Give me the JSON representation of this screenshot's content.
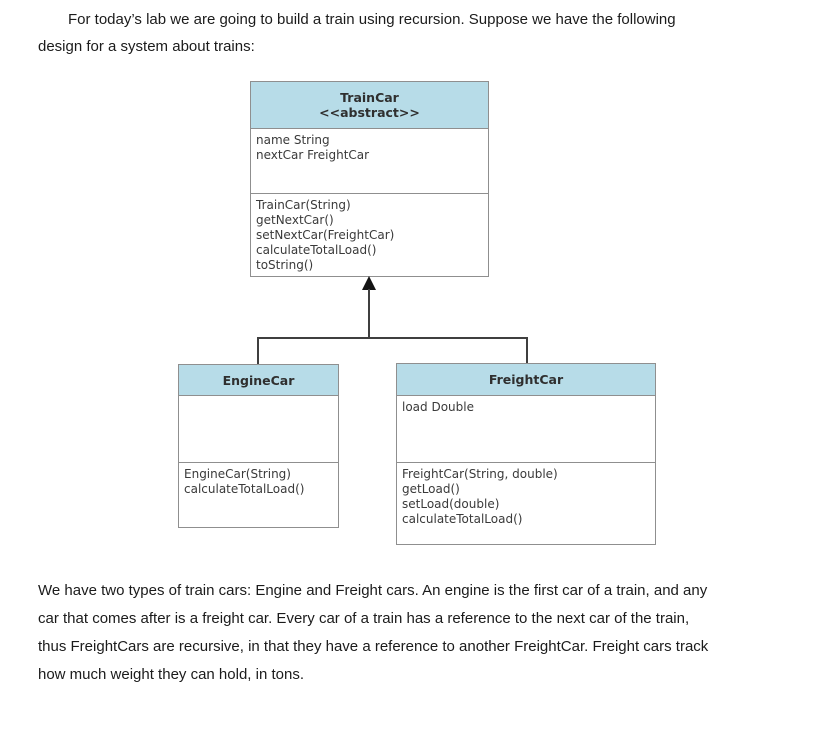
{
  "intro": {
    "lines": [
      "For today’s lab we are going to build a train using recursion. Suppose we have the following",
      "design for a system about trains:"
    ]
  },
  "description": {
    "lines": [
      "We have two types of train cars: Engine and Freight cars. An engine is the first car of a train, and any",
      "car that comes after is a freight car. Every car of a train has a reference to the next car of the train,",
      "thus FreightCars are recursive, in that they have a reference to another FreightCar. Freight cars track",
      "how much weight they can hold, in tons."
    ]
  },
  "diagram": {
    "type": "uml-class-diagram",
    "colors": {
      "header_fill": "#b7dce8",
      "box_border": "#8f8f8f",
      "connector": "#3f3f3f",
      "arrowhead": "#141414",
      "text": "#3a3a3a"
    },
    "classes": [
      {
        "id": "traincar",
        "title": "TrainCar",
        "stereotype": "<<abstract>>",
        "attributes": [
          "name String",
          "nextCar FreightCar"
        ],
        "methods": [
          "TrainCar(String)",
          "getNextCar()",
          "setNextCar(FreightCar)",
          "calculateTotalLoad()",
          "toString()"
        ]
      },
      {
        "id": "enginecar",
        "title": "EngineCar",
        "stereotype": "",
        "attributes": [],
        "methods": [
          "EngineCar(String)",
          "calculateTotalLoad()"
        ]
      },
      {
        "id": "freightcar",
        "title": "FreightCar",
        "stereotype": "",
        "attributes": [
          "load Double"
        ],
        "methods": [
          "FreightCar(String, double)",
          "getLoad()",
          "setLoad(double)",
          "calculateTotalLoad()"
        ]
      }
    ],
    "relationships": [
      {
        "from": "EngineCar",
        "to": "TrainCar",
        "type": "inheritance"
      },
      {
        "from": "FreightCar",
        "to": "TrainCar",
        "type": "inheritance"
      }
    ]
  }
}
